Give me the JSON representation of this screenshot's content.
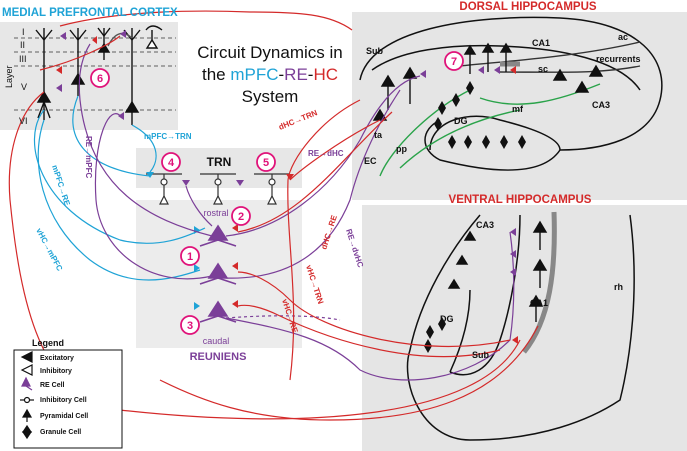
{
  "title": {
    "line1": "Circuit Dynamics in",
    "the": "the ",
    "mpfc": "mPFC",
    "dash1": "-",
    "re": "RE",
    "dash2": "-",
    "hc": "HC",
    "line3": "System"
  },
  "regions": {
    "mpfc": "MEDIAL PREFRONTAL CORTEX",
    "dhc": "DORSAL HIPPOCAMPUS",
    "vhc": "VENTRAL HIPPOCAMPUS",
    "trn": "TRN",
    "reuniens": "REUNIENS"
  },
  "layers": {
    "label": "Layer",
    "names": [
      "I",
      "II",
      "III",
      "V",
      "VI"
    ]
  },
  "circles": [
    "1",
    "2",
    "3",
    "4",
    "5",
    "6",
    "7"
  ],
  "reuniens_labels": {
    "rostral": "rostral",
    "caudal": "caudal"
  },
  "dhc_labels": {
    "sub": "Sub",
    "ca1": "CA1",
    "ac": "ac",
    "recurrents": "recurrents",
    "sc": "sc",
    "ca3": "CA3",
    "mf": "mf",
    "dg": "DG",
    "ta": "ta",
    "pp": "pp",
    "ec": "EC"
  },
  "vhc_labels": {
    "ca3": "CA3",
    "ca1": "CA1",
    "dg": "DG",
    "sub": "Sub",
    "rh": "rh"
  },
  "pathways": {
    "mpfc_trn": "mPFC→TRN",
    "re_mpfc": "RE→mPFC",
    "mpfc_re": "mPFC→RE",
    "vhc_mpfc": "vHC→mPFC",
    "dhc_trn": "dHC→TRN",
    "re_dhc": "RE→dHC",
    "dhc_re": "dHC→RE",
    "re_dvhc": "RE→dvHC",
    "vhc_trn": "vHC→TRN",
    "vhc_re": "vHC→RE"
  },
  "legend": {
    "title": "Legend",
    "items": [
      "Excitatory",
      "Inhibitory",
      "RE Cell",
      "Inhibitory Cell",
      "Pyramidal Cell",
      "Granule Cell"
    ]
  },
  "colors": {
    "blue": "#1fa3d6",
    "purple": "#7b3f98",
    "red": "#d42a2a",
    "green": "#2aa34a",
    "magenta": "#e0137a",
    "panel": "#e7e7e7"
  }
}
